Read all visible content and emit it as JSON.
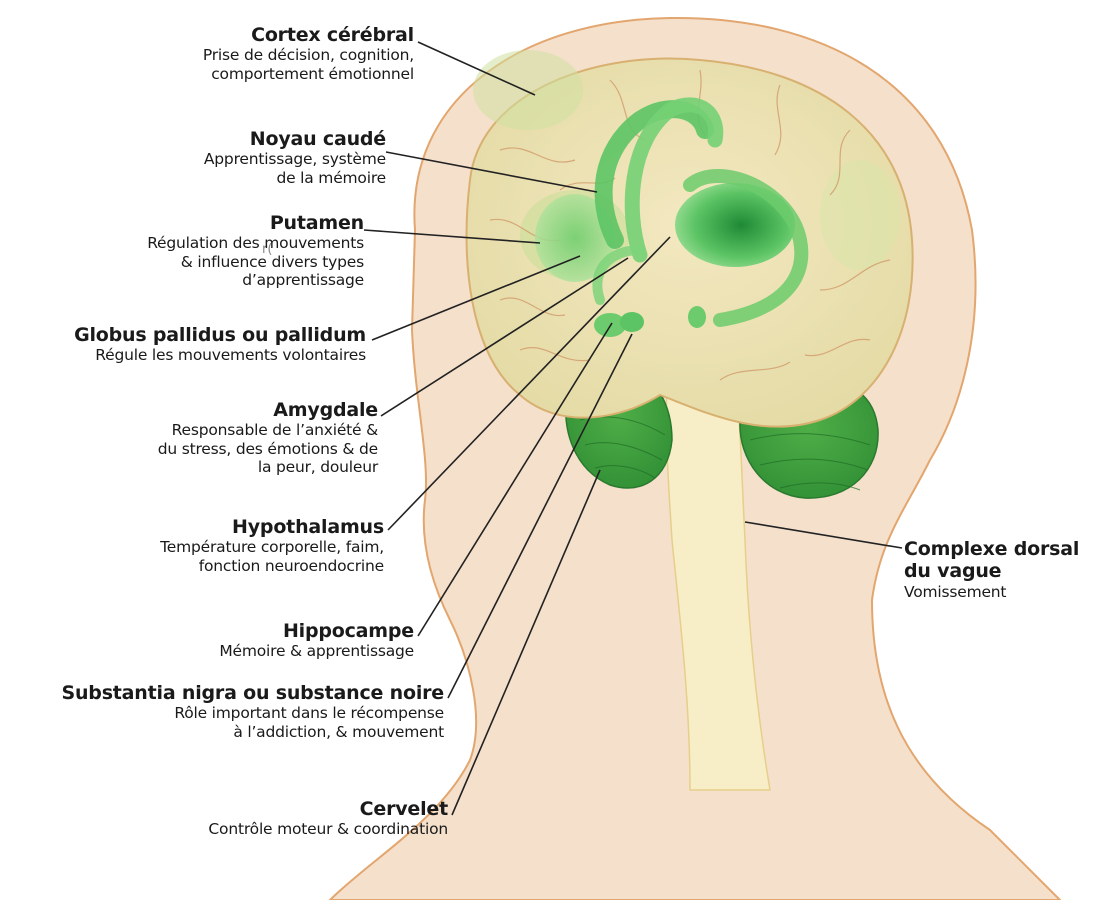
{
  "stray_text": "r(",
  "labels": {
    "cortex": {
      "title": "Cortex cérébral",
      "desc": [
        "Prise de décision, cognition,",
        "comportement émotionnel"
      ]
    },
    "caude": {
      "title": "Noyau caudé",
      "desc": [
        "Apprentissage, système",
        "de la mémoire"
      ]
    },
    "putamen": {
      "title": "Putamen",
      "desc": [
        "Régulation des mouvements",
        "& influence divers types",
        "d’apprentissage"
      ]
    },
    "globus": {
      "title": "Globus pallidus ou pallidum",
      "desc": [
        "Régule les mouvements volontaires"
      ]
    },
    "amygdale": {
      "title": "Amygdale",
      "desc": [
        "Responsable de l’anxiété &",
        "du stress, des émotions & de",
        "la peur, douleur"
      ]
    },
    "hypothalamus": {
      "title": "Hypothalamus",
      "desc": [
        "Température corporelle, faim,",
        "fonction neuroendocrine"
      ]
    },
    "hippocampe": {
      "title": "Hippocampe",
      "desc": [
        "Mémoire & apprentissage"
      ]
    },
    "substantia": {
      "title": "Substantia nigra ou substance noire",
      "desc": [
        "Rôle important dans le récompense",
        "à l’addiction, & mouvement"
      ]
    },
    "cervelet": {
      "title": "Cervelet",
      "desc": [
        "Contrôle moteur & coordination"
      ]
    },
    "vague": {
      "title": [
        "Complexe dorsal",
        "du vague"
      ],
      "desc": [
        "Vomissement"
      ]
    }
  },
  "colors": {
    "skin": "#f5e0cc",
    "skin_outline": "#e2a66e",
    "brain": "#efe2b4",
    "brain_tint": "#cfe0a0",
    "green": "#6fcf6f",
    "green_dark": "#2f9a3a",
    "stem": "#f7edc6",
    "leader": "#222222"
  }
}
